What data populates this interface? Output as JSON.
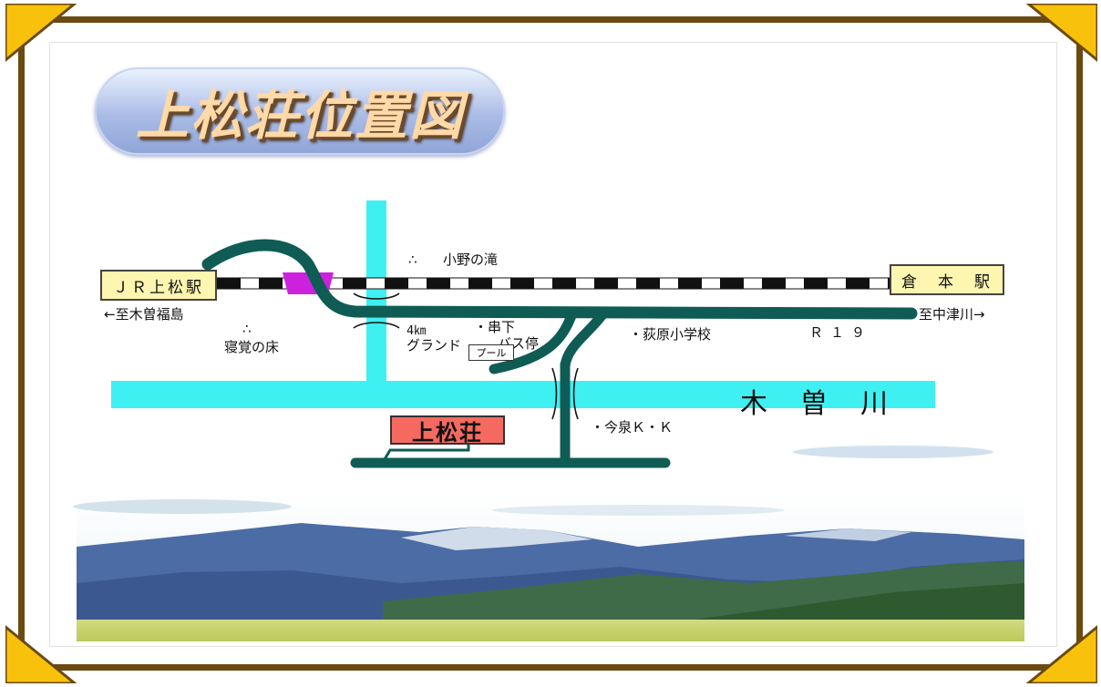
{
  "title": "上松荘位置図",
  "stations": {
    "left": "ＪＲ上松駅",
    "right": "倉　本　駅"
  },
  "directions": {
    "west": "←至木曽福島",
    "east": "至中津川→"
  },
  "places": {
    "ono_falls_mark": "∴",
    "ono_falls": "小野の滝",
    "nezame_mark": "∴",
    "nezame": "寝覚の床",
    "distance": "4㎞",
    "ground": "グランド",
    "kushishita": "・串下",
    "bus_stop": "バス停",
    "pool": "プール",
    "ogiwara_school": "・荻原小学校",
    "route": "Ｒ１９",
    "imaizumi": "・今泉Ｋ・Ｋ",
    "destination": "上松荘",
    "river": "木曽川"
  },
  "colors": {
    "road": "#0f5c55",
    "river": "#3ff0f2",
    "railway_marker": "#cc22dd",
    "frame": "#6b4a10",
    "corner": "#f8c20c",
    "destination_box": "#f46a60",
    "station_box": "#fdf6b0"
  }
}
